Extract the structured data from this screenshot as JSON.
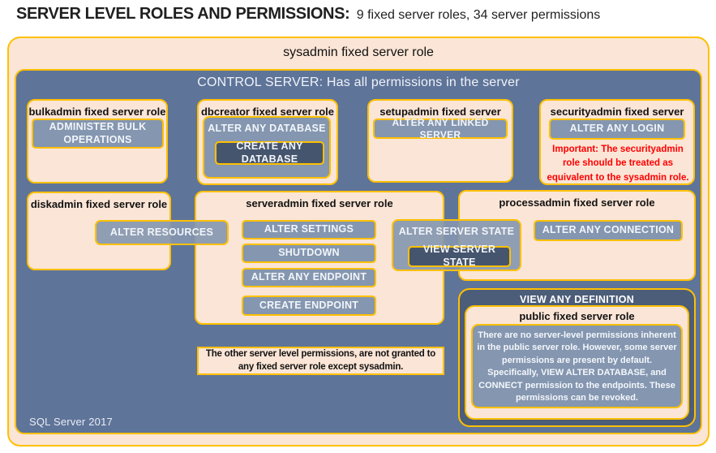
{
  "header": {
    "title": "SERVER LEVEL ROLES AND PERMISSIONS:",
    "subtitle": "9 fixed server roles, 34 server permissions"
  },
  "sysadmin": {
    "title": "sysadmin fixed server role"
  },
  "control_server": {
    "title": "CONTROL SERVER: Has all permissions in the server"
  },
  "roles": {
    "bulkadmin": {
      "title": "bulkadmin fixed server role",
      "perm": "ADMINISTER BULK OPERATIONS"
    },
    "dbcreator": {
      "title": "dbcreator fixed server role",
      "perm_outer": "ALTER ANY DATABASE",
      "perm_inner": "CREATE ANY DATABASE"
    },
    "setupadmin": {
      "title": "setupadmin fixed server role",
      "perm": "ALTER ANY LINKED SERVER"
    },
    "securityadmin": {
      "title": "securityadmin fixed server role",
      "perm": "ALTER ANY LOGIN",
      "warning": "Important: The securityadmin role should be treated as equivalent to the sysadmin role."
    },
    "diskadmin": {
      "title": "diskadmin fixed server role",
      "perm": "ALTER RESOURCES"
    },
    "serveradmin": {
      "title": "serveradmin fixed server role",
      "perms": [
        "ALTER SETTINGS",
        "SHUTDOWN",
        "ALTER ANY ENDPOINT",
        "CREATE ENDPOINT"
      ],
      "perm_outer": "ALTER SERVER STATE",
      "perm_inner": "VIEW SERVER STATE"
    },
    "processadmin": {
      "title": "processadmin fixed server role",
      "perm": "ALTER ANY CONNECTION"
    }
  },
  "public_role": {
    "outer_permission": "VIEW ANY DEFINITION",
    "title": "public fixed server role",
    "body": "There are no server-level permissions inherent in the public server role. However, some server permissions are present by default. Specifically, VIEW ALTER DATABASE, and CONNECT permission to the endpoints. These permissions can be revoked."
  },
  "note": {
    "text": "The other server level permissions, are not granted to any fixed server role except sysadmin."
  },
  "footer": {
    "label": "SQL Server 2017"
  },
  "colors": {
    "gold": "#FFC000",
    "peach": "#FBE5D6",
    "slate": "#5F7499",
    "chip": "#8496B0",
    "chip_dark": "#46556E",
    "panel_dark": "#4C5D79",
    "warn_red": "#FF0000"
  }
}
